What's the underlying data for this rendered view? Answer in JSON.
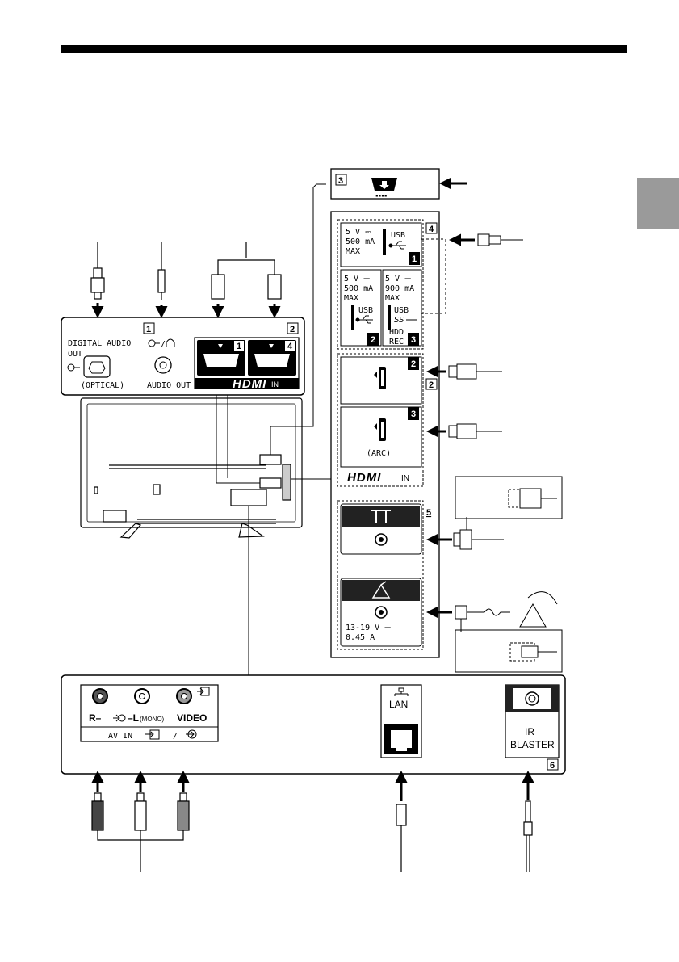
{
  "callouts": {
    "audio_out": "1",
    "hdmi_left": "2",
    "service": "3",
    "usb": "4",
    "hdmi_right": "2",
    "antenna": "5",
    "ir_blaster": "6"
  },
  "audio_panel": {
    "digital_audio_out_line1": "DIGITAL AUDIO",
    "digital_audio_out_line2": "OUT",
    "optical": "(OPTICAL)",
    "audio_out": "AUDIO OUT",
    "hdmi_port_1": "1",
    "hdmi_port_4": "4",
    "hdmi_logo": "HDMI",
    "hdmi_in": "IN"
  },
  "usb_panel": {
    "port1": {
      "rating_line1": "5 V ⎓",
      "rating_line2": "500 mA",
      "rating_line3": "MAX",
      "label": "USB",
      "number": "1"
    },
    "port2": {
      "rating_line1": "5 V ⎓",
      "rating_line2": "500 mA",
      "rating_line3": "MAX",
      "label": "USB",
      "number": "2"
    },
    "port3": {
      "rating_line1": "5 V ⎓",
      "rating_line2": "900 mA",
      "rating_line3": "MAX",
      "label": "USB",
      "extra_line1": "HDD",
      "extra_line2": "REC",
      "number": "3"
    }
  },
  "hdmi_panel": {
    "port2": "2",
    "port3": "3",
    "arc": "(ARC)",
    "hdmi_logo": "HDMI",
    "hdmi_in": "IN"
  },
  "antenna_panel": {
    "satellite_rating_line1": "13-19 V ⎓",
    "satellite_rating_line2": "0.45 A"
  },
  "bottom_panel": {
    "r_label": "R–",
    "l_label": "–L",
    "mono": "(MONO)",
    "video": "VIDEO",
    "av_in": "AV IN",
    "slash": "/",
    "lan": "LAN",
    "ir_line1": "IR",
    "ir_line2": "BLASTER"
  },
  "icons": [
    "usb-icon",
    "usb-superspeed-icon",
    "service-port-icon",
    "antenna-icon",
    "satellite-dish-icon",
    "lan-icon",
    "headphone-icon",
    "input-arrow-icon"
  ],
  "colors": {
    "tab": "#9a9a9a",
    "panel_black": "#222222",
    "line": "#000000"
  }
}
